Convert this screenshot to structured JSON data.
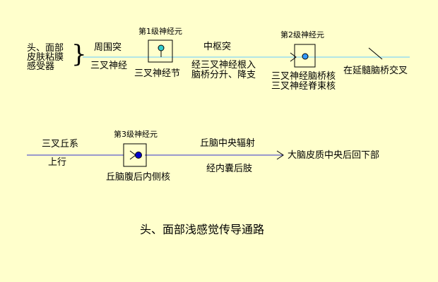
{
  "colors": {
    "background": "#ffffcc",
    "line_row1": "#66ccff",
    "line_row2": "#3333cc",
    "neuron1_soma": "#33cccc",
    "neuron2_soma": "#3399ff",
    "neuron3_soma": "#0000cc"
  },
  "row1": {
    "receptor_line1": "头、面部",
    "receptor_line2": "皮肤粘膜",
    "receptor_line3": "感受器",
    "brace": "}",
    "peripheral_process": "周围突",
    "trigeminal_nerve": "三叉神经",
    "neuron1_label": "第1级神经元",
    "ganglion": "三叉神经节",
    "central_process": "中枢突",
    "root_line1": "经三叉神经根入",
    "root_line2": "脑桥分升、降支",
    "neuron2_label": "第2级神经元",
    "nucleus_line1": "三叉神经脑桥核",
    "nucleus_line2": "三叉神经脊束核",
    "crossing": "在延髓脑桥交叉"
  },
  "row2": {
    "lemniscus": "三叉丘系",
    "ascend": "上行",
    "neuron3_label": "第3级神经元",
    "thalamus_nucleus": "丘脑腹后内侧核",
    "radiation": "丘脑中央辐射",
    "internal_capsule": "经内囊后肢",
    "cortex": "大脑皮质中央后回下部"
  },
  "title": "头、面部浅感觉传导通路",
  "icons": [
    "neuron-soma-icon",
    "arrow-icon",
    "cross-mark-icon"
  ]
}
